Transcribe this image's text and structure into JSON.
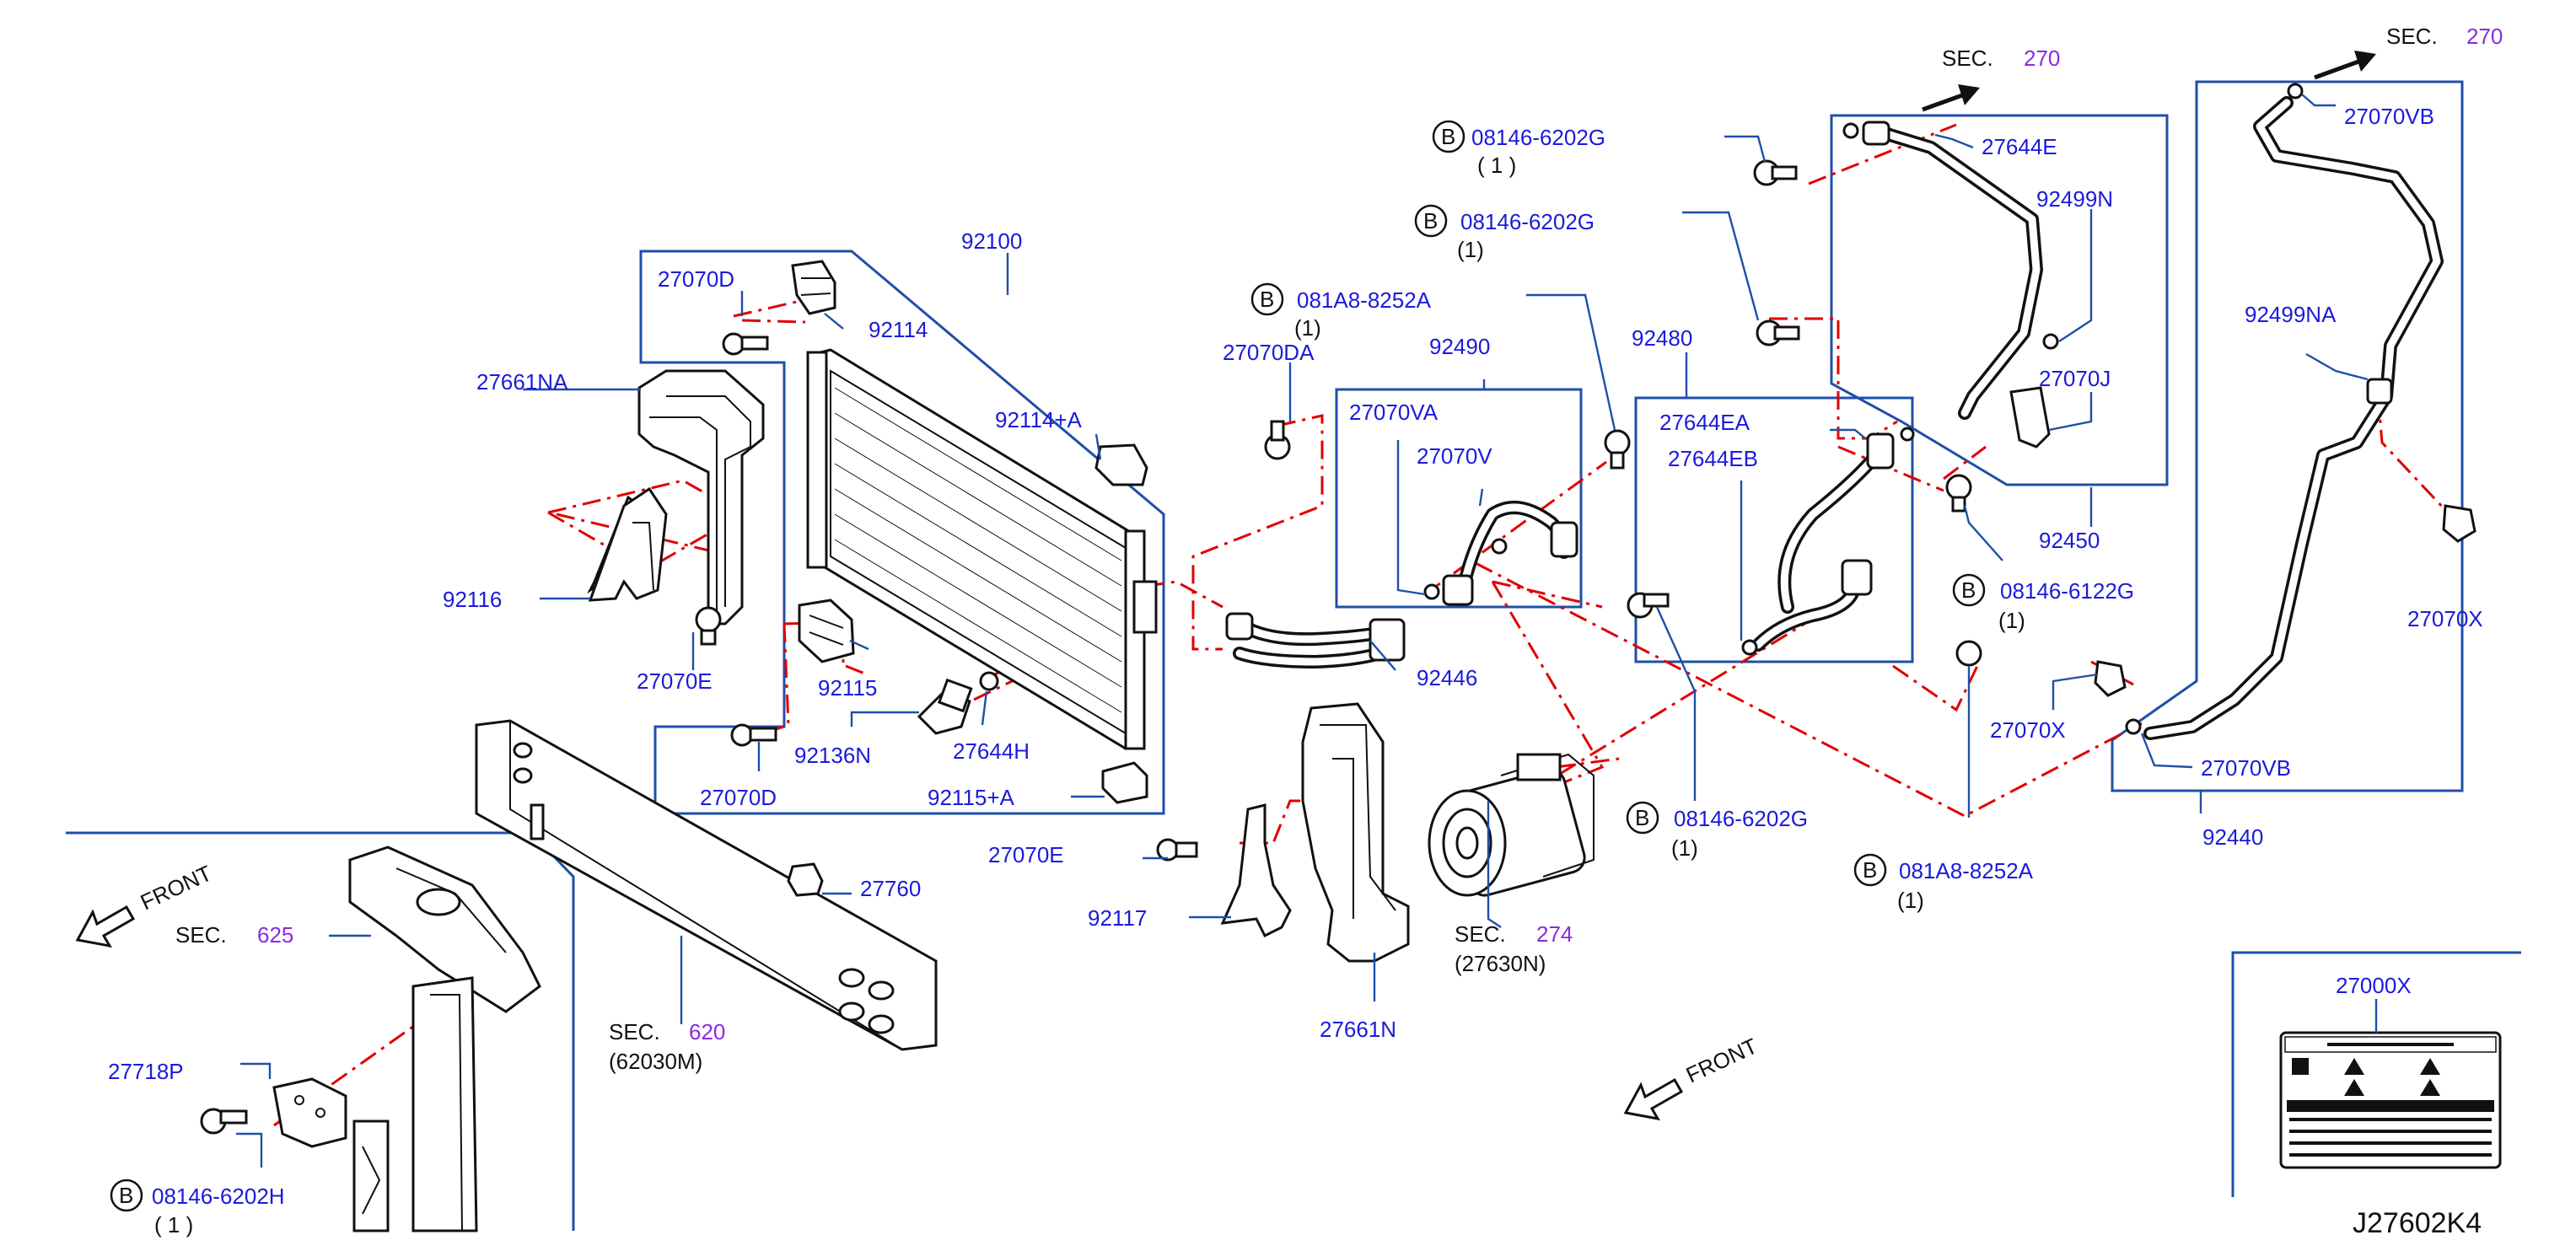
{
  "diagram_code": "J27602K4",
  "labels": {
    "p92100": "92100",
    "p27070D_top": "27070D",
    "p92114": "92114",
    "p27661NA": "27661NA",
    "p92114A": "92114+A",
    "p92116": "92116",
    "p27070E_left": "27070E",
    "p92115": "92115",
    "p92136N": "92136N",
    "p27644H": "27644H",
    "p27070D_bot": "27070D",
    "p92115A": "92115+A",
    "p27760": "27760",
    "p27070E_mid": "27070E",
    "p92117": "92117",
    "p27661N": "27661N",
    "p27718P": "27718P",
    "p27070DA": "27070DA",
    "p92490": "92490",
    "p27070VA": "27070VA",
    "p27070V": "27070V",
    "p92446": "92446",
    "p92480": "92480",
    "p27644EA": "27644EA",
    "p27644EB": "27644EB",
    "p27644E": "27644E",
    "p92499N": "92499N",
    "p27070J": "27070J",
    "p92450": "92450",
    "p27070VB_top": "27070VB",
    "p92499NA": "92499NA",
    "p27070X_right": "27070X",
    "p27070X_mid": "27070X",
    "p27070VB_bot": "27070VB",
    "p92440": "92440",
    "p27000X": "27000X"
  },
  "bolt_refs": {
    "b1": {
      "marker": "B",
      "part": "08146-6202G",
      "qty": "(  1  )"
    },
    "b2": {
      "marker": "B",
      "part": "08146-6202G",
      "qty": "(1)"
    },
    "b3": {
      "marker": "B",
      "part": "081A8-8252A",
      "qty": "(1)"
    },
    "b4": {
      "marker": "B",
      "part": "08146-6122G",
      "qty": "(1)"
    },
    "b5": {
      "marker": "B",
      "part": "08146-6202G",
      "qty": "(1)"
    },
    "b6": {
      "marker": "B",
      "part": "081A8-8252A",
      "qty": "(1)"
    },
    "b7": {
      "marker": "B",
      "part": "08146-6202H",
      "qty": "(  1  )"
    }
  },
  "sections": {
    "sec270a": {
      "prefix": "SEC.",
      "num": "270"
    },
    "sec270b": {
      "prefix": "SEC.",
      "num": "270"
    },
    "sec274": {
      "prefix": "SEC.",
      "num": "274",
      "sub": "(27630N)"
    },
    "sec620": {
      "prefix": "SEC.",
      "num": "620",
      "sub": "(62030M)"
    },
    "sec625": {
      "prefix": "SEC.",
      "num": "625"
    }
  },
  "front_labels": {
    "left": "FRONT",
    "center": "FRONT"
  },
  "colors": {
    "label": "#1a1adc",
    "section_number": "#8a2be2",
    "leader_line": "#1f4fa8",
    "dash_line": "#e00000",
    "ink": "#111111"
  }
}
